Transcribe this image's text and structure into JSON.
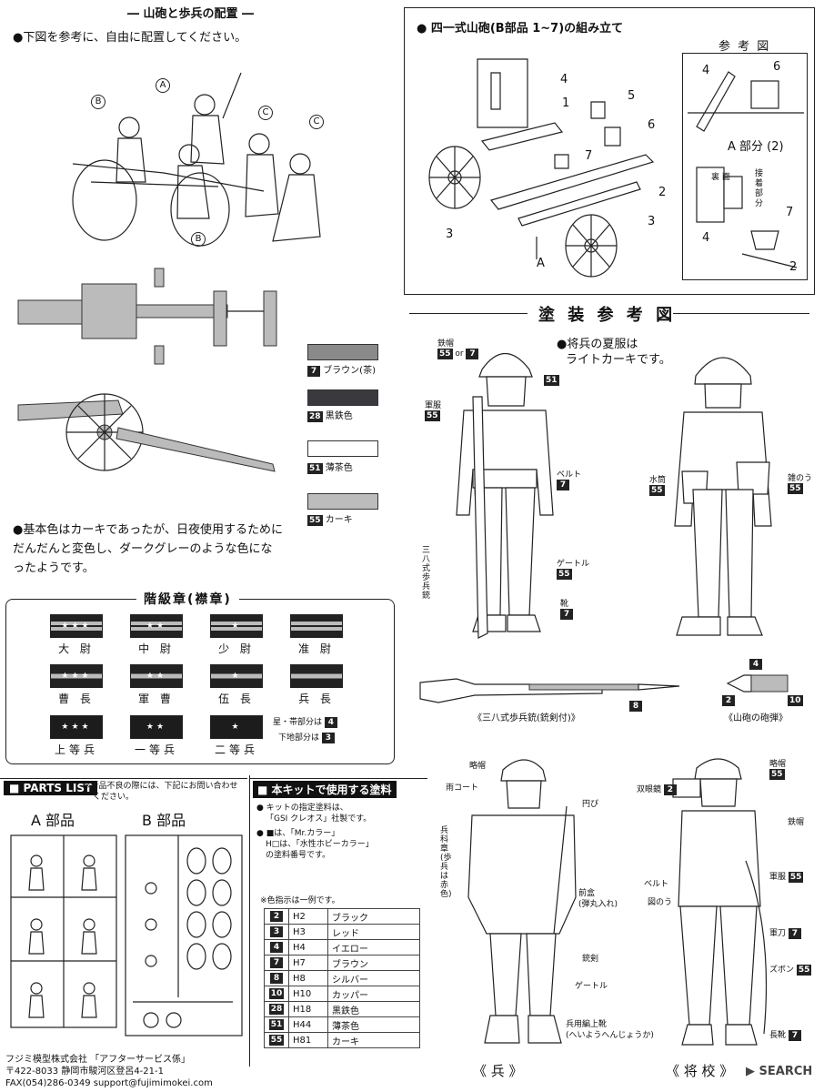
{
  "placement": {
    "title": "― 山砲と歩兵の配置 ―",
    "instruction": "●下図を参考に、自由に配置してください。",
    "labels": [
      "A",
      "B",
      "C",
      "C",
      "B"
    ]
  },
  "colors_legend": [
    {
      "code": "7",
      "name": "ブラウン(茶)",
      "hex": "#8a8a8a"
    },
    {
      "code": "28",
      "name": "黒鉄色",
      "hex": "#3a3a3e"
    },
    {
      "code": "51",
      "name": "薄茶色",
      "hex": "#ffffff"
    },
    {
      "code": "55",
      "name": "カーキ",
      "hex": "#bcbcbc"
    }
  ],
  "base_color_note": [
    "●基本色はカーキであったが、日夜使用するために",
    "だんだんと変色し、ダークグレーのような色にな",
    "ったようです。"
  ],
  "rank": {
    "title": "階級章(襟章)",
    "row1": [
      "大 尉",
      "中 尉",
      "少 尉",
      "准 尉"
    ],
    "row2": [
      "曹 長",
      "軍 曹",
      "伍 長",
      "兵 長"
    ],
    "row3": [
      "上等兵",
      "一等兵",
      "二等兵"
    ],
    "note_star": "星・帯部分は",
    "note_star_code": "4",
    "note_base": "下地部分は",
    "note_base_code": "3"
  },
  "assembly": {
    "title": "● 四一式山砲(B部品 1~7)の組み立て",
    "reference_title": "参 考 図",
    "ref_label_a": "A 部分 (2)",
    "ref_back": "裏 面",
    "ref_glue": "接着部分",
    "part_numbers": [
      "1",
      "2",
      "3",
      "3",
      "4",
      "5",
      "6",
      "7",
      "A"
    ],
    "ref_numbers": [
      "4",
      "6",
      "7",
      "2",
      "4"
    ]
  },
  "painting": {
    "title": "塗 装 参 考 図",
    "note": [
      "●将兵の夏服は",
      "ライトカーキです。"
    ],
    "callouts_front": [
      {
        "label": "鉄帽",
        "code": "55 or 7"
      },
      {
        "label": "",
        "code": "51"
      },
      {
        "label": "軍服",
        "code": "55"
      },
      {
        "label": "ベルト",
        "code": "7"
      },
      {
        "label": "三八式歩兵銃",
        "code": ""
      },
      {
        "label": "ゲートル",
        "code": "55"
      },
      {
        "label": "靴",
        "code": "7"
      }
    ],
    "callouts_back": [
      {
        "label": "水筒",
        "code": "55"
      },
      {
        "label": "雑のう",
        "code": "55"
      }
    ],
    "rifle_caption": "《三八式歩兵銃(銃剣付)》",
    "rifle_code": "8",
    "shell_caption": "《山砲の砲弾》",
    "shell_codes": [
      "4",
      "2",
      "10"
    ]
  },
  "parts_list": {
    "title": "PARTS LIST",
    "note": [
      "新品不良の際には、下記にお問い合わせ",
      "ください。"
    ],
    "a_label": "A 部品",
    "b_label": "B 部品"
  },
  "kit_paints": {
    "title": "本キットで使用する塗料",
    "lines": [
      "● キットの指定塗料は、",
      "「GSI クレオス」社製です。",
      "● ■は、「Mr.カラー」",
      "H□は、「水性ホビーカラー」",
      "の塗料番号です。"
    ],
    "example": "※色指示は一例です。",
    "rows": [
      {
        "code": "2",
        "h": "H2",
        "name": "ブラック"
      },
      {
        "code": "3",
        "h": "H3",
        "name": "レッド"
      },
      {
        "code": "4",
        "h": "H4",
        "name": "イエロー"
      },
      {
        "code": "7",
        "h": "H7",
        "name": "ブラウン"
      },
      {
        "code": "8",
        "h": "H8",
        "name": "シルバー"
      },
      {
        "code": "10",
        "h": "H10",
        "name": "カッパー"
      },
      {
        "code": "28",
        "h": "H18",
        "name": "黒鉄色"
      },
      {
        "code": "51",
        "h": "H44",
        "name": "薄茶色"
      },
      {
        "code": "55",
        "h": "H81",
        "name": "カーキ"
      }
    ]
  },
  "company": {
    "name": "フジミ模型株式会社 「アフターサービス係」",
    "address": "〒422-8033 静岡市駿河区登呂4-21-1",
    "contact": "FAX(054)286-0349 support@fujimimokei.com"
  },
  "soldier": {
    "labels_left": [
      "略帽",
      "雨コート",
      "兵科章(歩兵は赤色)"
    ],
    "labels_right": [
      "円ぴ",
      "前盒",
      "(弾丸入れ)",
      "銃剣",
      "ゲートル",
      "兵用編上靴",
      "(へいようへんじょうか)"
    ],
    "caption": "《 兵 》"
  },
  "officer": {
    "labels_left": [
      "双眼鏡",
      "ベルト",
      "図のう"
    ],
    "code_binoc": "2",
    "labels_right": [
      {
        "label": "略帽",
        "code": "55"
      },
      {
        "label": "鉄帽",
        "code": ""
      },
      {
        "label": "軍服",
        "code": "55"
      },
      {
        "label": "軍刀",
        "code": "7"
      },
      {
        "label": "ズボン",
        "code": "55"
      },
      {
        "label": "長靴",
        "code": "7"
      }
    ],
    "caption": "《 将 校 》"
  },
  "watermark": "SEARCH"
}
